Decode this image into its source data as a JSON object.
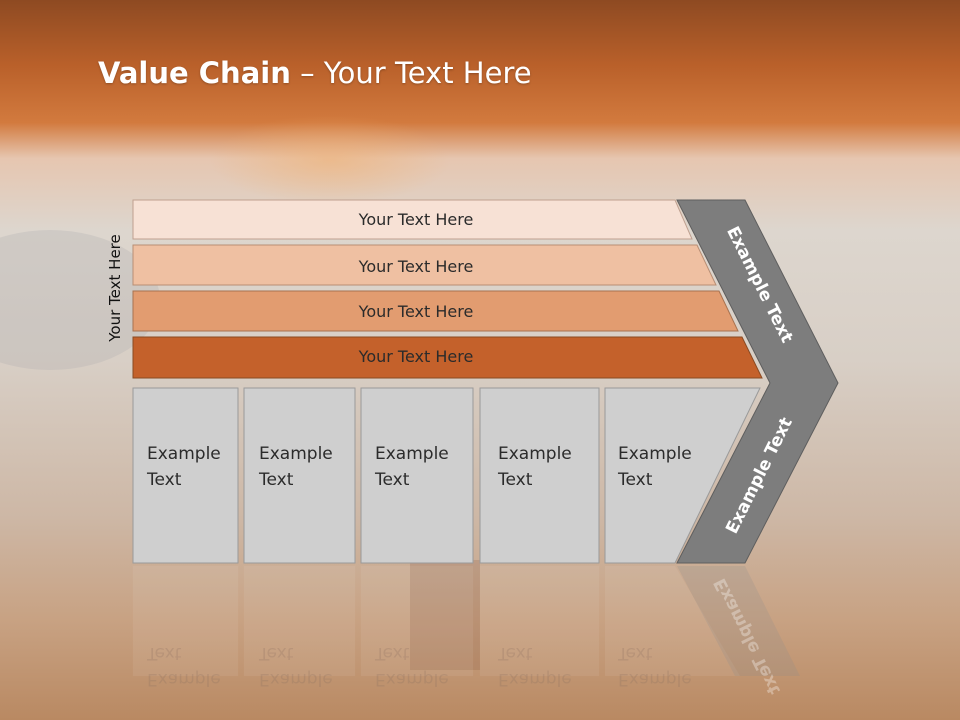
{
  "slide": {
    "title_bold": "Value Chain",
    "title_rest": " – Your Text Here",
    "side_label": "Your Text Here"
  },
  "bars": [
    {
      "label": "Your Text Here",
      "color": "#f7e1d5"
    },
    {
      "label": "Your Text Here",
      "color": "#efc0a2"
    },
    {
      "label": "Your Text Here",
      "color": "#e29c70"
    },
    {
      "label": "Your Text Here",
      "color": "#c4612b"
    }
  ],
  "boxes": [
    {
      "line1": "Example",
      "line2": "Text"
    },
    {
      "line1": "Example",
      "line2": "Text"
    },
    {
      "line1": "Example",
      "line2": "Text"
    },
    {
      "line1": "Example",
      "line2": "Text"
    },
    {
      "line1": "Example",
      "line2": "Text"
    }
  ],
  "chevron": {
    "upper_label": "Example Text",
    "lower_label": "Example Text",
    "color": "#7d7d7d"
  },
  "colors": {
    "header": "#c8662c",
    "box_fill": "#cfcfcf"
  }
}
